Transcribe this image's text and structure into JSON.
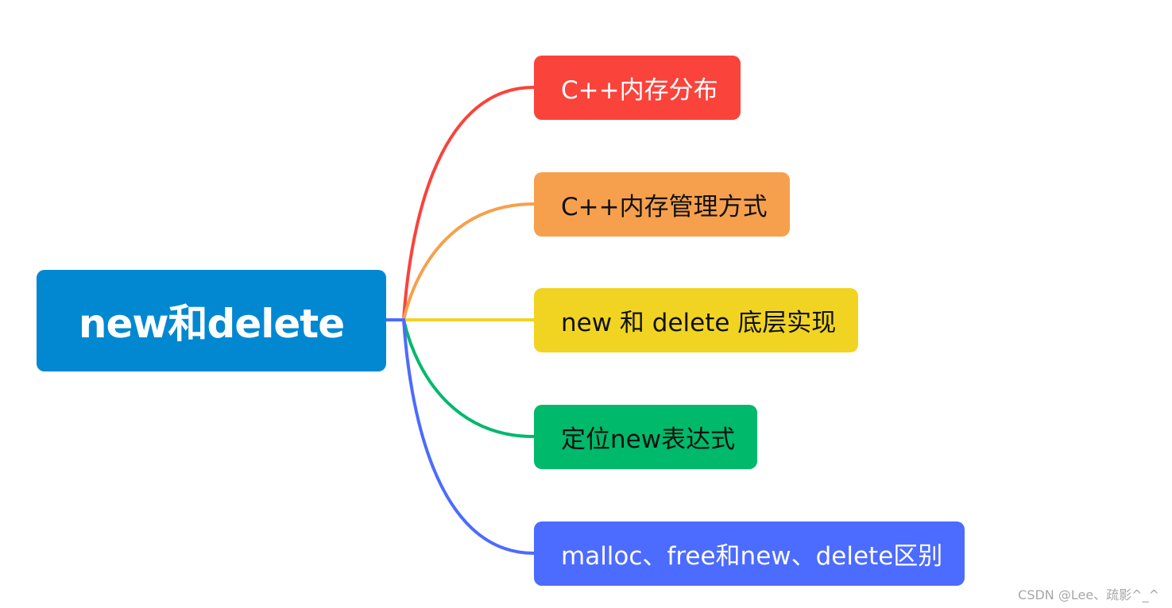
{
  "root": {
    "label": "new和delete",
    "color": "#0288d1",
    "text_color": "#ffffff"
  },
  "branches": [
    {
      "label": "C++内存分布",
      "color": "#fa433b",
      "text_color": "#ffffff"
    },
    {
      "label": "C++内存管理方式",
      "color": "#f6a04d",
      "text_color": "#111111"
    },
    {
      "label": "new 和 delete 底层实现",
      "color": "#f1d422",
      "text_color": "#111111"
    },
    {
      "label": "定位new表达式",
      "color": "#00b96b",
      "text_color": "#111111"
    },
    {
      "label": "malloc、free和new、delete区别",
      "color": "#4c6bff",
      "text_color": "#ffffff"
    }
  ],
  "watermark": "CSDN @Lee、疏影^_^"
}
